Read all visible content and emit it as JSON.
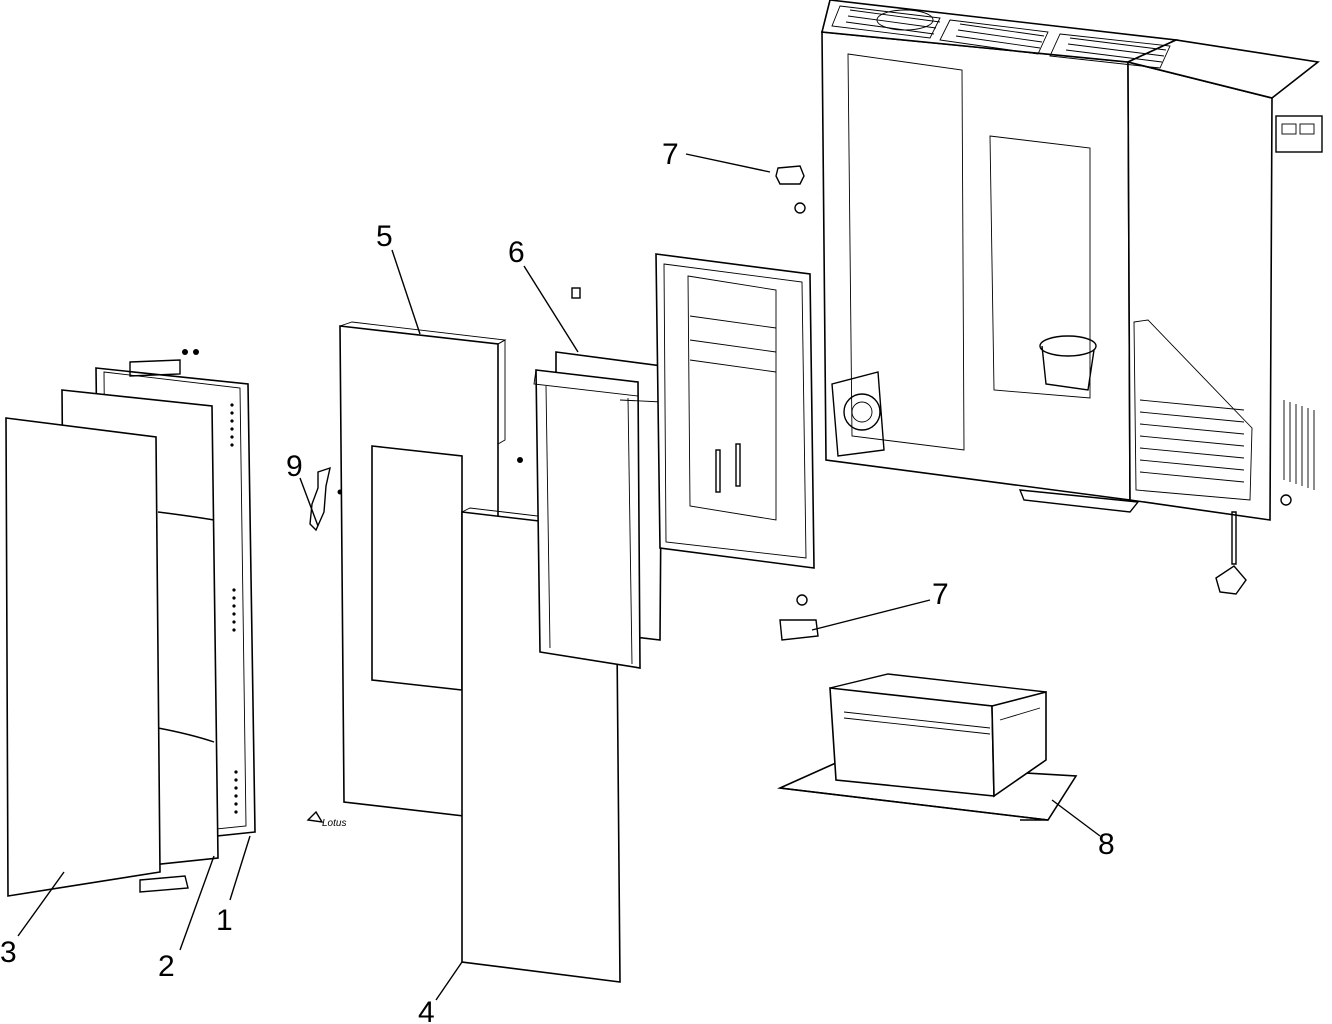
{
  "diagram": {
    "callouts": [
      {
        "id": "1",
        "label": "1"
      },
      {
        "id": "2",
        "label": "2"
      },
      {
        "id": "3",
        "label": "3"
      },
      {
        "id": "4",
        "label": "4"
      },
      {
        "id": "5",
        "label": "5"
      },
      {
        "id": "6",
        "label": "6"
      },
      {
        "id": "7a",
        "label": "7"
      },
      {
        "id": "7b",
        "label": "7"
      },
      {
        "id": "8",
        "label": "8"
      },
      {
        "id": "9",
        "label": "9"
      }
    ],
    "logo_text": "Lotus"
  }
}
